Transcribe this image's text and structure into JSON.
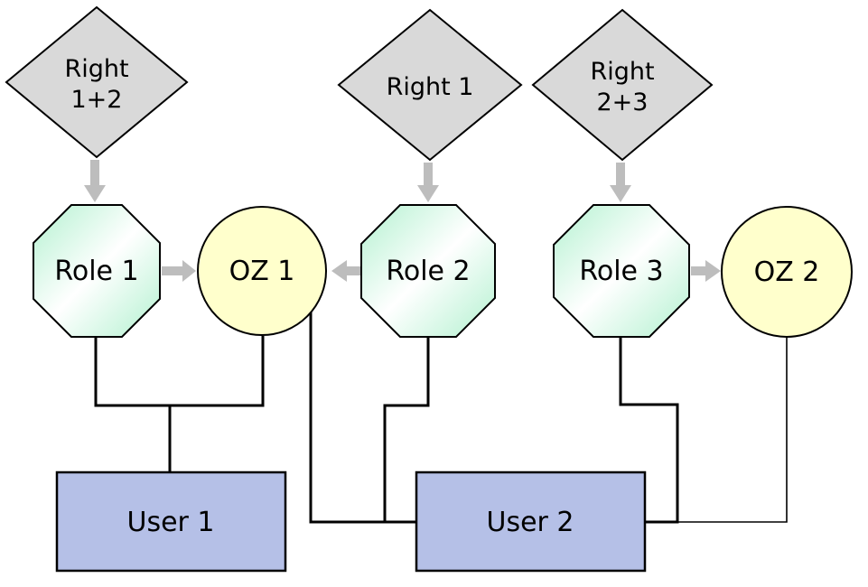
{
  "diagram": {
    "colors": {
      "right_fill": "#d9d9d9",
      "role_gradient_edge": "#b3f1d0",
      "role_gradient_center": "#ffffff",
      "oz_fill": "#ffffcc",
      "user_fill": "#b5c0e7",
      "arrow_gray": "#bdbdbd",
      "stroke": "#000000",
      "background": "#ffffff"
    },
    "rights": [
      {
        "name": "right-1-2",
        "label": "Right 1+2",
        "line1": "Right",
        "line2": "1+2"
      },
      {
        "name": "right-1",
        "label": "Right 1",
        "line1": "Right 1",
        "line2": ""
      },
      {
        "name": "right-2-3",
        "label": "Right 2+3",
        "line1": "Right",
        "line2": "2+3"
      }
    ],
    "roles": [
      {
        "name": "role-1",
        "label": "Role 1"
      },
      {
        "name": "role-2",
        "label": "Role 2"
      },
      {
        "name": "role-3",
        "label": "Role 3"
      }
    ],
    "zones": [
      {
        "name": "oz-1",
        "label": "OZ 1"
      },
      {
        "name": "oz-2",
        "label": "OZ 2"
      }
    ],
    "users": [
      {
        "name": "user-1",
        "label": "User 1"
      },
      {
        "name": "user-2",
        "label": "User 2"
      }
    ],
    "edges": [
      {
        "from": "Right 1+2",
        "to": "Role 1",
        "type": "gray-arrow"
      },
      {
        "from": "Right 1",
        "to": "Role 2",
        "type": "gray-arrow"
      },
      {
        "from": "Right 2+3",
        "to": "Role 3",
        "type": "gray-arrow"
      },
      {
        "from": "Role 1",
        "to": "OZ 1",
        "type": "gray-arrow"
      },
      {
        "from": "Role 2",
        "to": "OZ 1",
        "type": "gray-arrow"
      },
      {
        "from": "Role 3",
        "to": "OZ 2",
        "type": "gray-arrow"
      },
      {
        "from": "Role 1",
        "to": "User 1",
        "type": "line"
      },
      {
        "from": "OZ 1",
        "to": "User 1",
        "type": "line"
      },
      {
        "from": "OZ 1",
        "to": "User 2",
        "type": "line"
      },
      {
        "from": "Role 2",
        "to": "User 2",
        "type": "line"
      },
      {
        "from": "Role 3",
        "to": "User 2",
        "type": "line"
      },
      {
        "from": "OZ 2",
        "to": "User 2",
        "type": "line-thin"
      }
    ]
  }
}
